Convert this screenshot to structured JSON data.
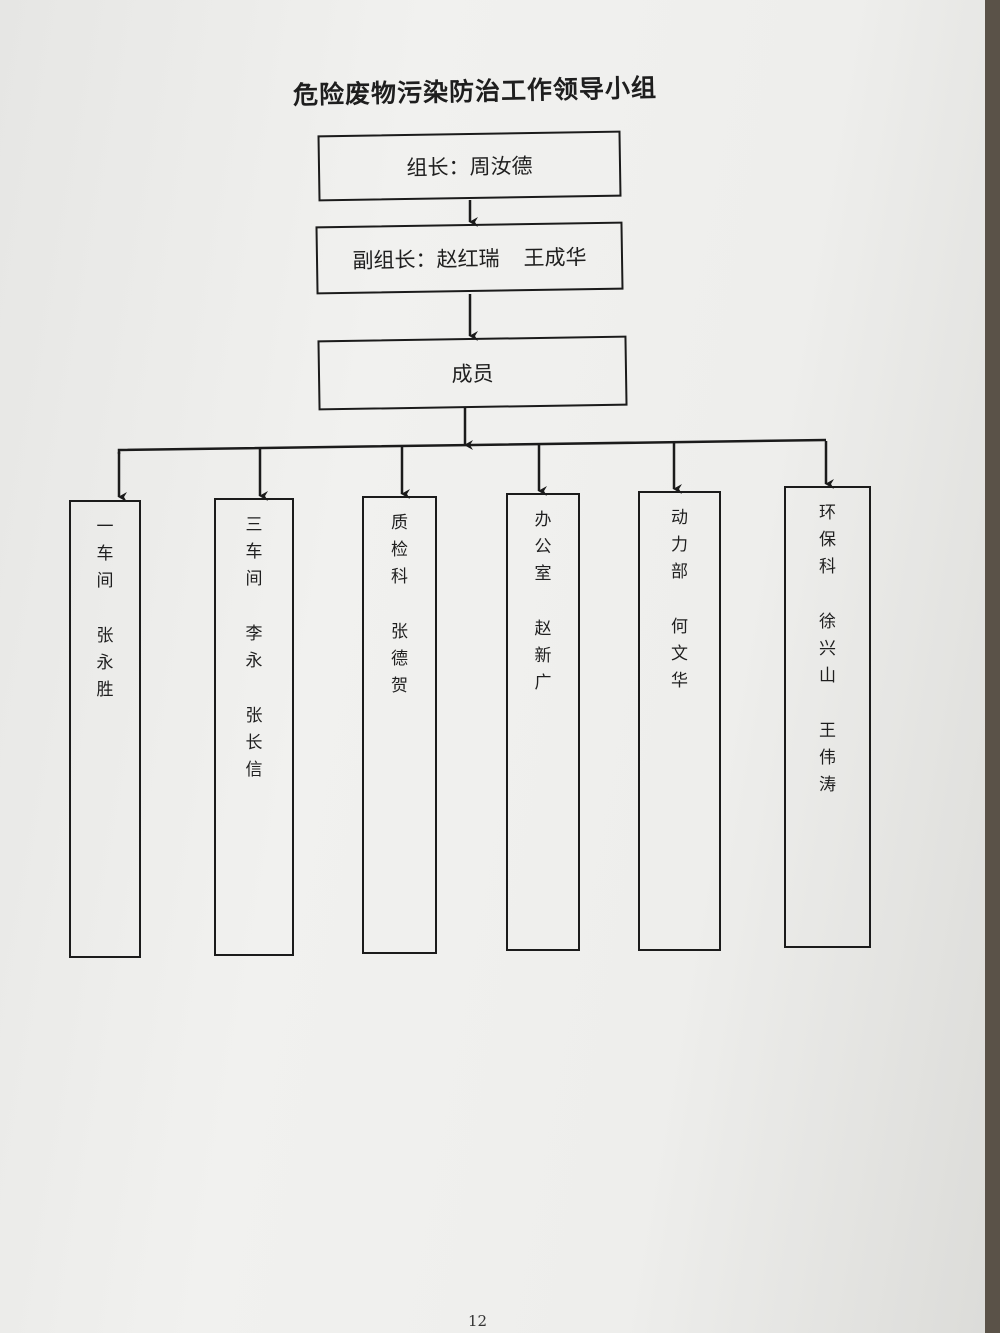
{
  "title": "危险废物污染防治工作领导小组",
  "leader": {
    "label": "组长：",
    "name": "周汝德"
  },
  "deputy": {
    "label": "副组长：",
    "names": [
      "赵红瑞",
      "王成华"
    ]
  },
  "members_label": "成员",
  "departments": [
    {
      "dept": "一车间",
      "people": [
        "张永胜"
      ]
    },
    {
      "dept": "三车间",
      "people": [
        "李永",
        "张长信"
      ]
    },
    {
      "dept": "质检科",
      "people": [
        "张德贺"
      ]
    },
    {
      "dept": "办公室",
      "people": [
        "赵新广"
      ]
    },
    {
      "dept": "动力部",
      "people": [
        "何文华"
      ]
    },
    {
      "dept": "环保科",
      "people": [
        "徐兴山",
        "王伟涛"
      ]
    }
  ],
  "page_number": "12"
}
